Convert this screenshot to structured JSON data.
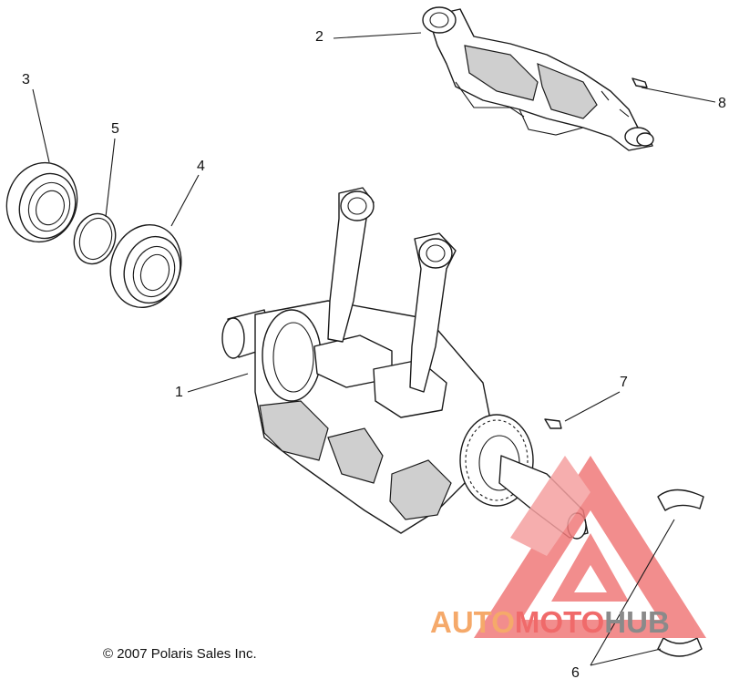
{
  "callouts": [
    {
      "id": "1",
      "text": "1"
    },
    {
      "id": "2",
      "text": "2"
    },
    {
      "id": "3",
      "text": "3"
    },
    {
      "id": "4",
      "text": "4"
    },
    {
      "id": "5",
      "text": "5"
    },
    {
      "id": "6",
      "text": "6"
    },
    {
      "id": "7",
      "text": "7"
    },
    {
      "id": "8",
      "text": "8"
    }
  ],
  "copyright": "© 2007 Polaris Sales Inc.",
  "watermark": {
    "part1": "AUTO",
    "part2": "MOTO",
    "part3": "HUB",
    "color_orange": "#f5a96a",
    "color_red": "#f06a6a",
    "color_gray": "#8a8a8a"
  }
}
